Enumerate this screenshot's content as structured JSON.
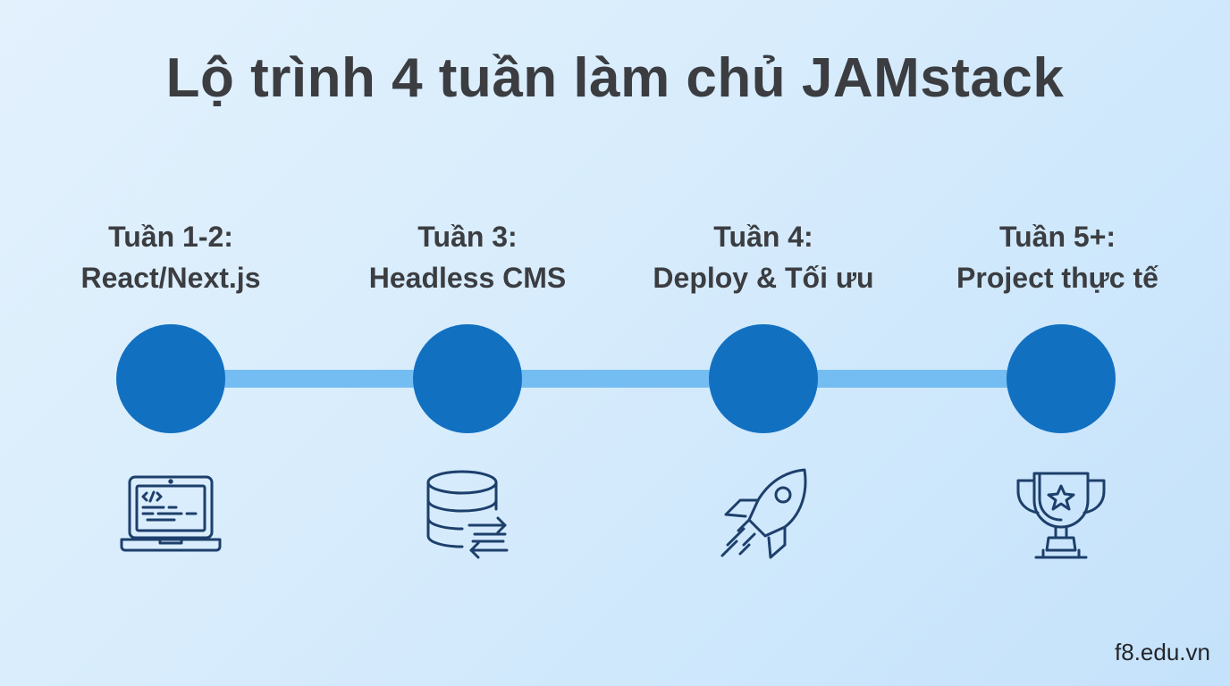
{
  "title": "Lộ trình 4 tuần làm chủ JAMstack",
  "steps": [
    {
      "line1": "Tuần 1-2:",
      "line2": "React/Next.js",
      "icon": "laptop-code-icon"
    },
    {
      "line1": "Tuần 3:",
      "line2": "Headless CMS",
      "icon": "database-sync-icon"
    },
    {
      "line1": "Tuần 4:",
      "line2": "Deploy & Tối ưu",
      "icon": "rocket-icon"
    },
    {
      "line1": "Tuần 5+:",
      "line2": "Project thực tế",
      "icon": "trophy-icon"
    }
  ],
  "footer": "f8.edu.vn",
  "colors": {
    "node": "#1270c1",
    "connector": "#74bdf2",
    "icon_stroke": "#1d3f6b",
    "text": "#3b3d41"
  }
}
